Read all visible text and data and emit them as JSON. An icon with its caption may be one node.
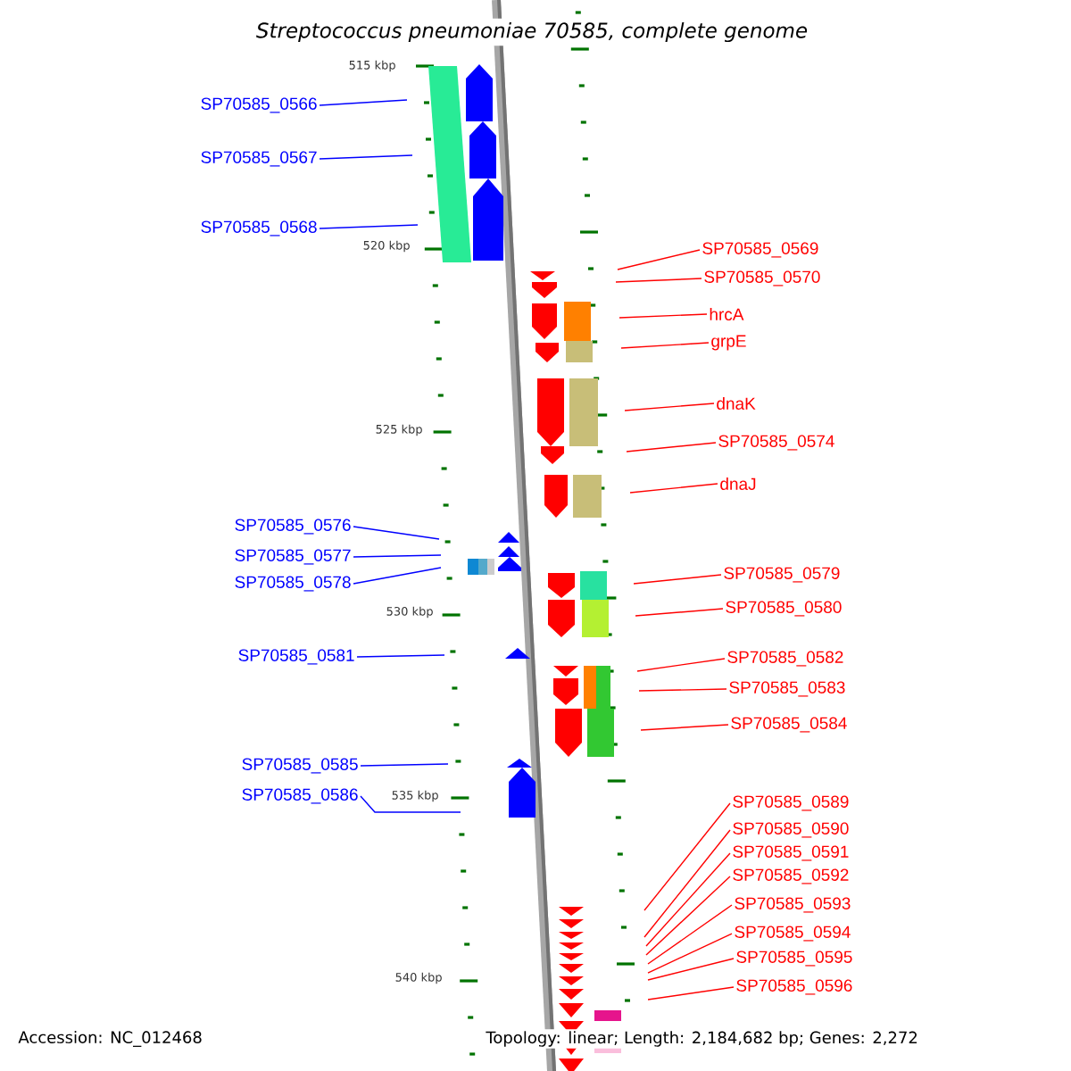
{
  "diagram": {
    "title": "Streptococcus pneumoniae 70585, complete genome",
    "nodes": [
      {
        "text": [
          "SP70585_0566"
        ]
      },
      {
        "text": [
          "SP70585_0567"
        ]
      },
      {
        "text": [
          "SP70585_0568"
        ]
      },
      {
        "text": [
          "SP70585_0569"
        ]
      },
      {
        "text": [
          "SP70585_0570"
        ]
      },
      {
        "text": [
          "hrcA"
        ]
      },
      {
        "text": [
          "grpE"
        ]
      },
      {
        "text": [
          "dnaK"
        ]
      },
      {
        "text": [
          "SP70585_0574"
        ]
      },
      {
        "text": [
          "dnaJ"
        ]
      },
      {
        "text": [
          "SP70585_0576"
        ]
      },
      {
        "text": [
          "SP70585_0577"
        ]
      },
      {
        "text": [
          "SP70585_0578"
        ]
      },
      {
        "text": [
          "SP70585_0579"
        ]
      },
      {
        "text": [
          "SP70585_0580"
        ]
      },
      {
        "text": [
          "SP70585_0581"
        ]
      },
      {
        "text": [
          "SP70585_0582"
        ]
      },
      {
        "text": [
          "SP70585_0583"
        ]
      },
      {
        "text": [
          "SP70585_0584"
        ]
      },
      {
        "text": [
          "SP70585_0585"
        ]
      },
      {
        "text": [
          "SP70585_0586"
        ]
      },
      {
        "text": [
          "SP70585_0589"
        ]
      },
      {
        "text": [
          "SP70585_0590"
        ]
      },
      {
        "text": [
          "SP70585_0591"
        ]
      },
      {
        "text": [
          "SP70585_0592"
        ]
      },
      {
        "text": [
          "SP70585_0593"
        ]
      },
      {
        "text": [
          "SP70585_0594"
        ]
      },
      {
        "text": [
          "SP70585_0595"
        ]
      },
      {
        "text": [
          "SP70585_0596"
        ]
      }
    ],
    "edges": [
      {
        "from": 0,
        "to": null,
        "arrow": "none",
        "color": "#0000ff"
      },
      {
        "from": 1,
        "to": null,
        "arrow": "none",
        "color": "#0000ff"
      },
      {
        "from": 2,
        "to": null,
        "arrow": "none",
        "color": "#0000ff"
      },
      {
        "from": 3,
        "to": null,
        "arrow": "none"
      },
      {
        "from": 4,
        "to": null,
        "arrow": "none"
      },
      {
        "from": 5,
        "to": null,
        "arrow": "none"
      },
      {
        "from": 6,
        "to": null,
        "arrow": "none"
      },
      {
        "from": 7,
        "to": null,
        "arrow": "none"
      },
      {
        "from": 8,
        "to": null,
        "arrow": "none"
      },
      {
        "from": 9,
        "to": null,
        "arrow": "none"
      },
      {
        "from": 10,
        "to": null,
        "arrow": "none",
        "color": "#0000ff"
      },
      {
        "from": 11,
        "to": null,
        "arrow": "none",
        "color": "#0000ff"
      },
      {
        "from": 12,
        "to": null,
        "arrow": "none",
        "color": "#0000ff"
      },
      {
        "from": 13,
        "to": null,
        "arrow": "none"
      },
      {
        "from": 14,
        "to": null,
        "arrow": "none"
      },
      {
        "from": 15,
        "to": null,
        "arrow": "none",
        "color": "#0000ff"
      },
      {
        "from": 16,
        "to": null,
        "arrow": "none"
      },
      {
        "from": 17,
        "to": null,
        "arrow": "none"
      },
      {
        "from": 18,
        "to": null,
        "arrow": "none"
      },
      {
        "from": 19,
        "to": null,
        "arrow": "none",
        "color": "#0000ff"
      },
      {
        "from": 20,
        "to": null,
        "arrow": "none",
        "color": "#0000ff"
      },
      {
        "from": 21,
        "to": null,
        "arrow": "none"
      },
      {
        "from": 22,
        "to": null,
        "arrow": "none"
      },
      {
        "from": 23,
        "to": null,
        "arrow": "none"
      },
      {
        "from": 24,
        "to": null,
        "arrow": "none"
      },
      {
        "from": 25,
        "to": null,
        "arrow": "none"
      },
      {
        "from": 26,
        "to": null,
        "arrow": "none"
      },
      {
        "from": 27,
        "to": null,
        "arrow": "none"
      },
      {
        "from": 28,
        "to": null,
        "arrow": "none"
      }
    ],
    "labels": [
      "515 kbp",
      "520 kbp",
      "525 kbp",
      "530 kbp",
      "535 kbp",
      "540 kbp",
      "Accession: NC_012468",
      "Topology: linear; Length: 2,184,682 bp; Genes: 2,272"
    ]
  }
}
